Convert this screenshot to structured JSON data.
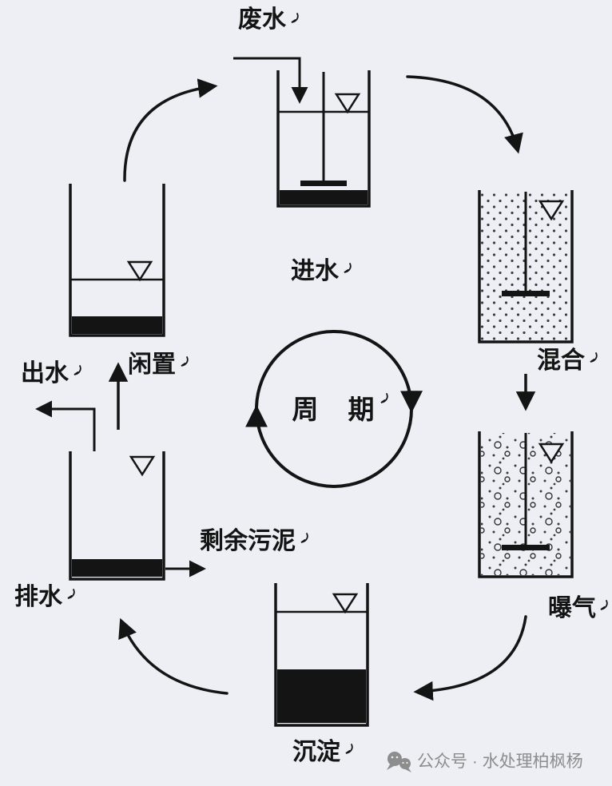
{
  "canvas": {
    "background_color": "#edeff4",
    "ink_color": "#141414",
    "muted_color": "#8d8d8d"
  },
  "diagram": {
    "type": "process-cycle",
    "subject": "SBR sequencing batch reactor treatment cycle",
    "stages": {
      "wastewater": "废水",
      "influent": "进水",
      "mixing": "混合",
      "aeration": "曝气",
      "settling": "沉淀",
      "decant": "排水",
      "effluent": "出水",
      "excess_sludge": "剩余污泥",
      "idle": "闲置",
      "cycle": "周　期"
    },
    "flow_order": [
      "进水",
      "混合",
      "曝气",
      "沉淀",
      "排水",
      "闲置"
    ]
  },
  "watermark": {
    "account": "公众号 · 水处理柏枫杨"
  }
}
